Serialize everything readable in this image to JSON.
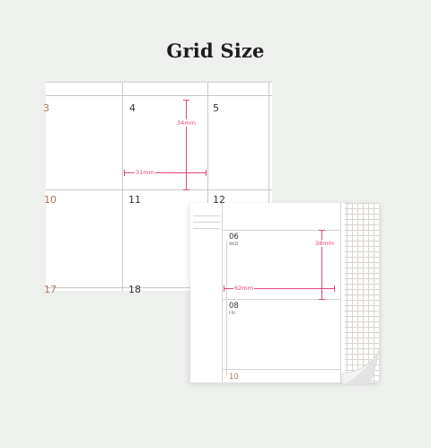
{
  "title": "Grid Size",
  "monthly": {
    "days": [
      "3",
      "4",
      "5",
      "10",
      "11",
      "12",
      "17",
      "18"
    ],
    "measure_height": "34mm",
    "measure_width": "31mm"
  },
  "weekly": {
    "day_a": "06",
    "day_a_dow": "WED",
    "day_b": "08",
    "day_b_dow": "FRI",
    "day_c": "10",
    "measure_height": "38mm",
    "measure_width": "62mm"
  },
  "colors": {
    "accent": "#e0457f",
    "sunday": "#a8795a",
    "background": "#eef0ee"
  }
}
